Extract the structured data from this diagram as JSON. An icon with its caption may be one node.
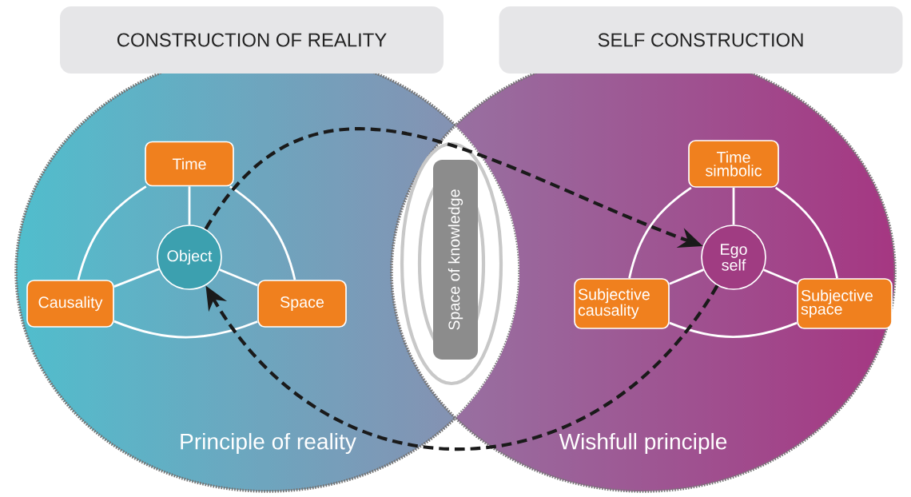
{
  "diagram": {
    "nodes": [
      {
        "text": [
          "CONSTRUCTION OF REALITY"
        ]
      },
      {
        "text": [
          "SELF CONSTRUCTION"
        ]
      },
      {
        "text": [
          "Principle of reality"
        ]
      },
      {
        "text": [
          "Time"
        ],
        "in": 2
      },
      {
        "text": [
          "Object"
        ],
        "in": 2
      },
      {
        "text": [
          "Causality"
        ],
        "in": 2
      },
      {
        "text": [
          "Space"
        ],
        "in": 2
      },
      {
        "text": [
          "Wishfull principle"
        ]
      },
      {
        "text": [
          "Time simbolic"
        ],
        "in": 7
      },
      {
        "text": [
          "Ego self"
        ],
        "in": 7
      },
      {
        "text": [
          "Subjective causality"
        ],
        "in": 7
      },
      {
        "text": [
          "Subjective space"
        ],
        "in": 7
      },
      {
        "text": [
          "Space of knowledge"
        ]
      }
    ],
    "edges": [
      {
        "from": 3,
        "to": 4,
        "arrow": "none"
      },
      {
        "from": 5,
        "to": 4,
        "arrow": "none"
      },
      {
        "from": 6,
        "to": 4,
        "arrow": "none"
      },
      {
        "from": 3,
        "to": 5,
        "arrow": "none"
      },
      {
        "from": 3,
        "to": 6,
        "arrow": "none"
      },
      {
        "from": 5,
        "to": 6,
        "arrow": "none"
      },
      {
        "from": 8,
        "to": 9,
        "arrow": "none"
      },
      {
        "from": 10,
        "to": 9,
        "arrow": "none"
      },
      {
        "from": 11,
        "to": 9,
        "arrow": "none"
      },
      {
        "from": 8,
        "to": 10,
        "arrow": "none"
      },
      {
        "from": 8,
        "to": 11,
        "arrow": "none"
      },
      {
        "from": 10,
        "to": 11,
        "arrow": "none"
      },
      {
        "from": 4,
        "to": 9,
        "arrow": "to",
        "style": "dashed",
        "color": "#1a1a1a"
      },
      {
        "from": 9,
        "to": 4,
        "arrow": "to",
        "style": "dashed",
        "color": "#1a1a1a"
      }
    ]
  }
}
